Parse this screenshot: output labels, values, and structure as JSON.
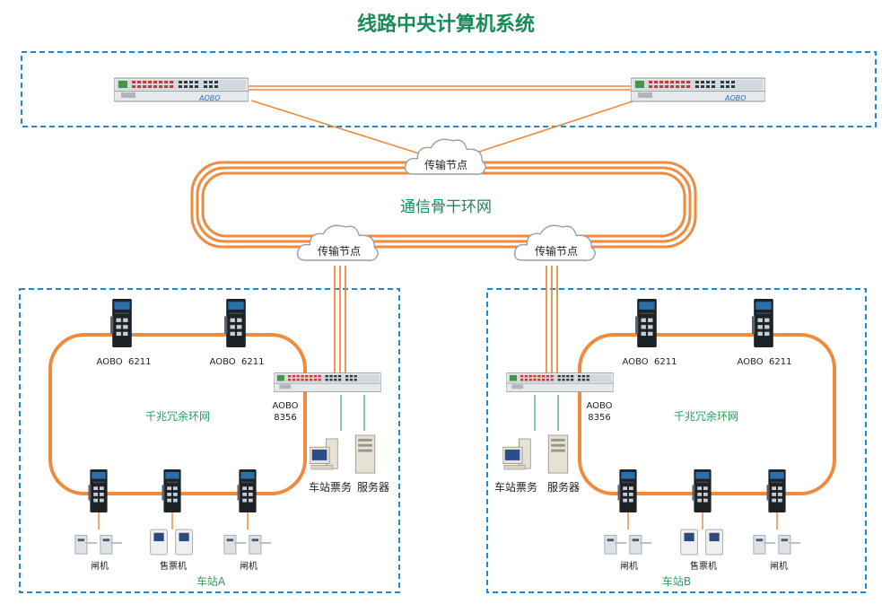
{
  "title": "线路中央计算机系统",
  "backbone": {
    "label": "通信骨干环网"
  },
  "nodes": {
    "top": "传输节点",
    "left": "传输节点",
    "right": "传输节点"
  },
  "station_a": {
    "name": "车站A",
    "ring_label": "千兆冗余环网",
    "switch1": "AOBO  6211",
    "switch2": "AOBO  6211",
    "core_model": "AOBO",
    "core_num": "8356",
    "ticket_office": "车站票务",
    "server": "服务器",
    "gate1": "闸机",
    "ticket_machine": "售票机",
    "gate2": "闸机"
  },
  "station_b": {
    "name": "车站B",
    "ring_label": "千兆冗余环网",
    "switch1": "AOBO  6211",
    "switch2": "AOBO  6211",
    "core_model": "AOBO",
    "core_num": "8356",
    "ticket_office": "车站票务",
    "server": "服务器",
    "gate1": "闸机",
    "ticket_machine": "售票机",
    "gate2": "闸机"
  },
  "brand": "AOBO",
  "colors": {
    "title": "#1a8a5a",
    "ring": "#f08a3c",
    "frame": "#1e88d8",
    "ring_label": "#2f9a5a",
    "line_green": "#5cb88a"
  }
}
